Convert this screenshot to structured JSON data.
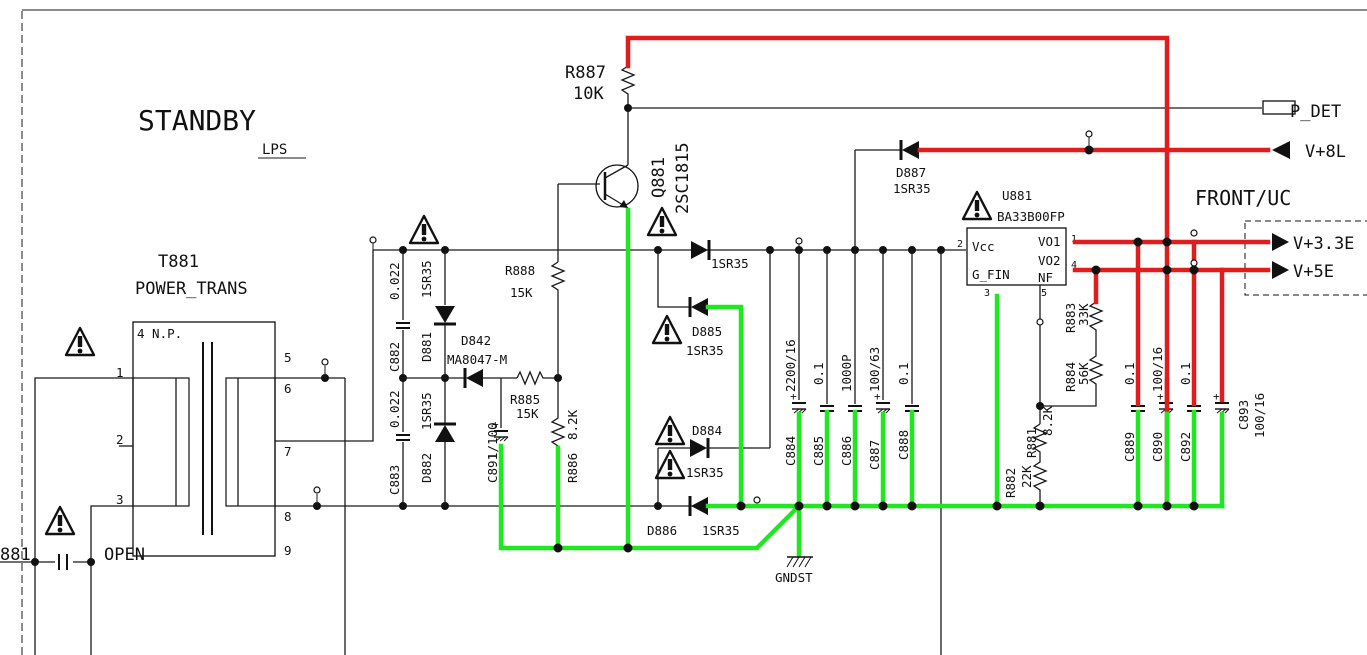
{
  "sheet": {
    "title": "STANDBY",
    "subtitle": "LPS",
    "front_label": "FRONT/UC"
  },
  "transformer": {
    "ref": "T881",
    "name": "POWER_TRANS",
    "np_label": "4 N.P.",
    "pins": [
      "1",
      "2",
      "3",
      "5",
      "6",
      "7",
      "8",
      "9"
    ]
  },
  "switch": {
    "ref": "881",
    "label": "OPEN"
  },
  "ground": {
    "label": "GNDST"
  },
  "regulator": {
    "ref": "U881",
    "part": "BA33B00FP",
    "pins": {
      "vcc": "Vcc",
      "vo1": "VO1",
      "vo2": "VO2",
      "gfin": "G_FIN",
      "nf": "NF"
    },
    "pin_numbers": {
      "vcc": "2",
      "vo1": "1",
      "vo2": "4",
      "gfin": "3",
      "nf": "5"
    }
  },
  "transistor": {
    "ref": "Q881",
    "part": "2SC1815"
  },
  "outputs": {
    "pdet": "P_DET",
    "v8l": "V+8L",
    "v33e": "V+3.3E",
    "v5e": "V+5E"
  },
  "components": {
    "r887": {
      "ref": "R887",
      "value": "10K"
    },
    "r888": {
      "ref": "R888",
      "value": "15K"
    },
    "r885": {
      "ref": "R885",
      "value": "15K"
    },
    "r886": {
      "ref": "R886",
      "value": "8.2K"
    },
    "r881": {
      "ref": "R881",
      "value": "8.2K"
    },
    "r882": {
      "ref": "R882",
      "value": "22K"
    },
    "r883": {
      "ref": "R883",
      "value": "33K"
    },
    "r884": {
      "ref": "R884",
      "value": "56K"
    },
    "d842": {
      "ref": "D842",
      "value": "MA8047-M"
    },
    "d881": {
      "ref": "D881",
      "value": "1SR35"
    },
    "d882": {
      "ref": "D882",
      "value": "1SR35"
    },
    "d883": {
      "value": "1SR35"
    },
    "d884": {
      "ref": "D884",
      "value": "1SR35"
    },
    "d885": {
      "ref": "D885",
      "value": "1SR35"
    },
    "d886": {
      "ref": "D886",
      "value": "1SR35"
    },
    "d887": {
      "ref": "D887",
      "value": "1SR35"
    },
    "c882": {
      "ref": "C882",
      "value": "0.022"
    },
    "c883": {
      "ref": "C883",
      "value": "0.022"
    },
    "c891": {
      "ref": "C891",
      "value": "1/100"
    },
    "c884": {
      "ref": "C884",
      "value": "2200/16"
    },
    "c885": {
      "ref": "C885",
      "value": "0.1"
    },
    "c886": {
      "ref": "C886",
      "value": "1000P"
    },
    "c887": {
      "ref": "C887",
      "value": "100/63"
    },
    "c888": {
      "ref": "C888",
      "value": "0.1"
    },
    "c889": {
      "ref": "C889",
      "value": "0.1"
    },
    "c890": {
      "ref": "C890",
      "value": "100/16"
    },
    "c892": {
      "ref": "C892",
      "value": "0.1"
    },
    "c893": {
      "ref": "C893",
      "value": "100/16"
    }
  },
  "colors": {
    "highlight_red": "#e21b1b",
    "highlight_green": "#1ee81e",
    "wire": "#1a1a1a"
  },
  "icons": [
    "warning-triangle-icon",
    "arrow-output-icon",
    "diode-symbol-icon",
    "ground-symbol-icon"
  ]
}
